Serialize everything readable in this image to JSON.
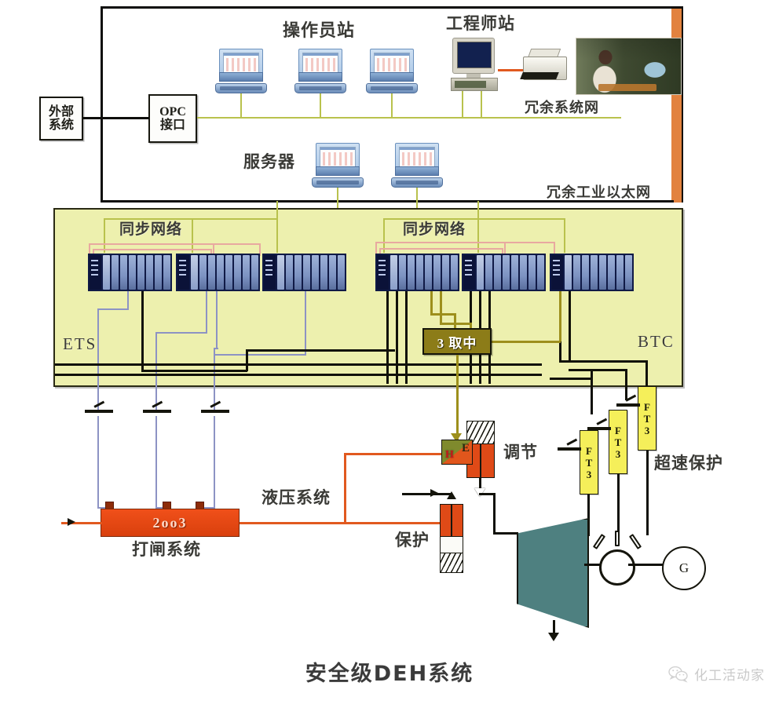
{
  "title": "安全级DEH系统",
  "watermark": {
    "name": "化工活动家",
    "icon": "wechat-icon"
  },
  "network": {
    "external_system": "外部\n系统",
    "external_system_line1": "外部",
    "external_system_line2": "系统",
    "opc_line1": "OPC",
    "opc_line2": "接口",
    "operator_stations_label": "操作员站",
    "engineer_station_label": "工程师站",
    "server_label": "服务器",
    "redundant_system_net": "冗余系统网",
    "redundant_industrial_ethernet": "冗余工业以太网",
    "frame_color": "#0e0e0c",
    "ethernet_color": "#b9c24d",
    "accent_strip_color": "#e2823f"
  },
  "controllers": {
    "panel_color": "#edf0ae",
    "sync_network_left": "同步网络",
    "sync_network_right": "同步网络",
    "ets_label": "ETS",
    "btc_label": "BTC",
    "voter_label": "3 取中",
    "voter_color": "#8c7c18",
    "rack_color": "#101a46",
    "racks": [
      {
        "id": "ets-rack-1",
        "cards": 8
      },
      {
        "id": "ets-rack-2",
        "cards": 8
      },
      {
        "id": "ets-rack-3",
        "cards": 8
      },
      {
        "id": "btc-rack-1",
        "cards": 8
      },
      {
        "id": "btc-rack-2",
        "cards": 8
      },
      {
        "id": "btc-rack-3",
        "cards": 8
      }
    ]
  },
  "hydraulics": {
    "trip_block_label": "2oo3",
    "trip_block_color": "#e04a14",
    "trip_system_label": "打闸系统",
    "hydraulic_system_label": "液压系统",
    "regulating_valve_label": "调节",
    "protection_valve_label": "保护",
    "pilot_h_mark": "H",
    "pilot_e_mark": "E"
  },
  "machine": {
    "overspeed_protection_label": "超速保护",
    "turbine_color": "#4e8080",
    "generator_label": "G",
    "probes": [
      {
        "label_line1": "F",
        "label_line2": "T",
        "label_line3": "3"
      },
      {
        "label_line1": "F",
        "label_line2": "T",
        "label_line3": "3"
      },
      {
        "label_line1": "F",
        "label_line2": "T",
        "label_line3": "3"
      }
    ],
    "probe_color": "#f5ef5a",
    "probe_label": "FT3"
  }
}
